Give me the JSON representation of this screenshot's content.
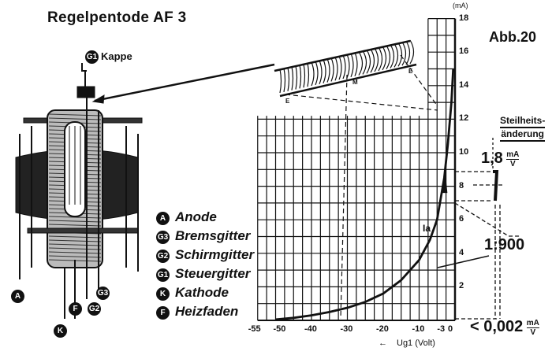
{
  "title": "Regelpentode  AF 3",
  "figure_label": "Abb.20",
  "cap_label": "Kappe",
  "cap_badge": "G1",
  "legend": [
    {
      "badge": "A",
      "label": "Anode"
    },
    {
      "badge": "G3",
      "label": "Bremsgitter"
    },
    {
      "badge": "G2",
      "label": "Schirmgitter"
    },
    {
      "badge": "G1",
      "label": "Steuergitter"
    },
    {
      "badge": "K",
      "label": "Kathode"
    },
    {
      "badge": "F",
      "label": "Heizfaden"
    }
  ],
  "tube_pin_labels": [
    "A",
    "F",
    "G2",
    "G3",
    "K"
  ],
  "grid_detail_labels": {
    "left_end": "E",
    "right_end": "E",
    "middle": "M"
  },
  "steilheit": {
    "heading_line1": "Steilheits-",
    "heading_line2": "änderung",
    "high_value": "1,8",
    "low_value": "< 0,002",
    "unit_num": "mA",
    "unit_den": "V",
    "ratio": "1:900"
  },
  "curve_label": "Ia",
  "chart_data": {
    "type": "line",
    "xlabel": "Ug1 (Volt)",
    "xlabel_arrow": "←",
    "ylabel": "(mA)",
    "x_ticks": [
      "-55",
      "-50",
      "-40",
      "-30",
      "-20",
      "-10",
      "-3",
      "0"
    ],
    "x_tick_values": [
      -55,
      -50,
      -40,
      -30,
      -20,
      -10,
      -3,
      0
    ],
    "y_ticks": [
      "2",
      "4",
      "6",
      "8",
      "10",
      "12",
      "14",
      "16",
      "18"
    ],
    "y_tick_values": [
      2,
      4,
      6,
      8,
      10,
      12,
      14,
      16,
      18
    ],
    "xlim": [
      -55,
      0
    ],
    "ylim": [
      0,
      18
    ],
    "grid": true,
    "series": [
      {
        "name": "Ia",
        "x": [
          -50,
          -45,
          -40,
          -35,
          -30,
          -25,
          -20,
          -15,
          -10,
          -7,
          -5,
          -3,
          -2,
          -1,
          -0.5
        ],
        "y": [
          0.05,
          0.15,
          0.3,
          0.5,
          0.75,
          1.1,
          1.6,
          2.4,
          3.6,
          4.8,
          6.0,
          8.5,
          10.5,
          13,
          15
        ]
      }
    ]
  }
}
